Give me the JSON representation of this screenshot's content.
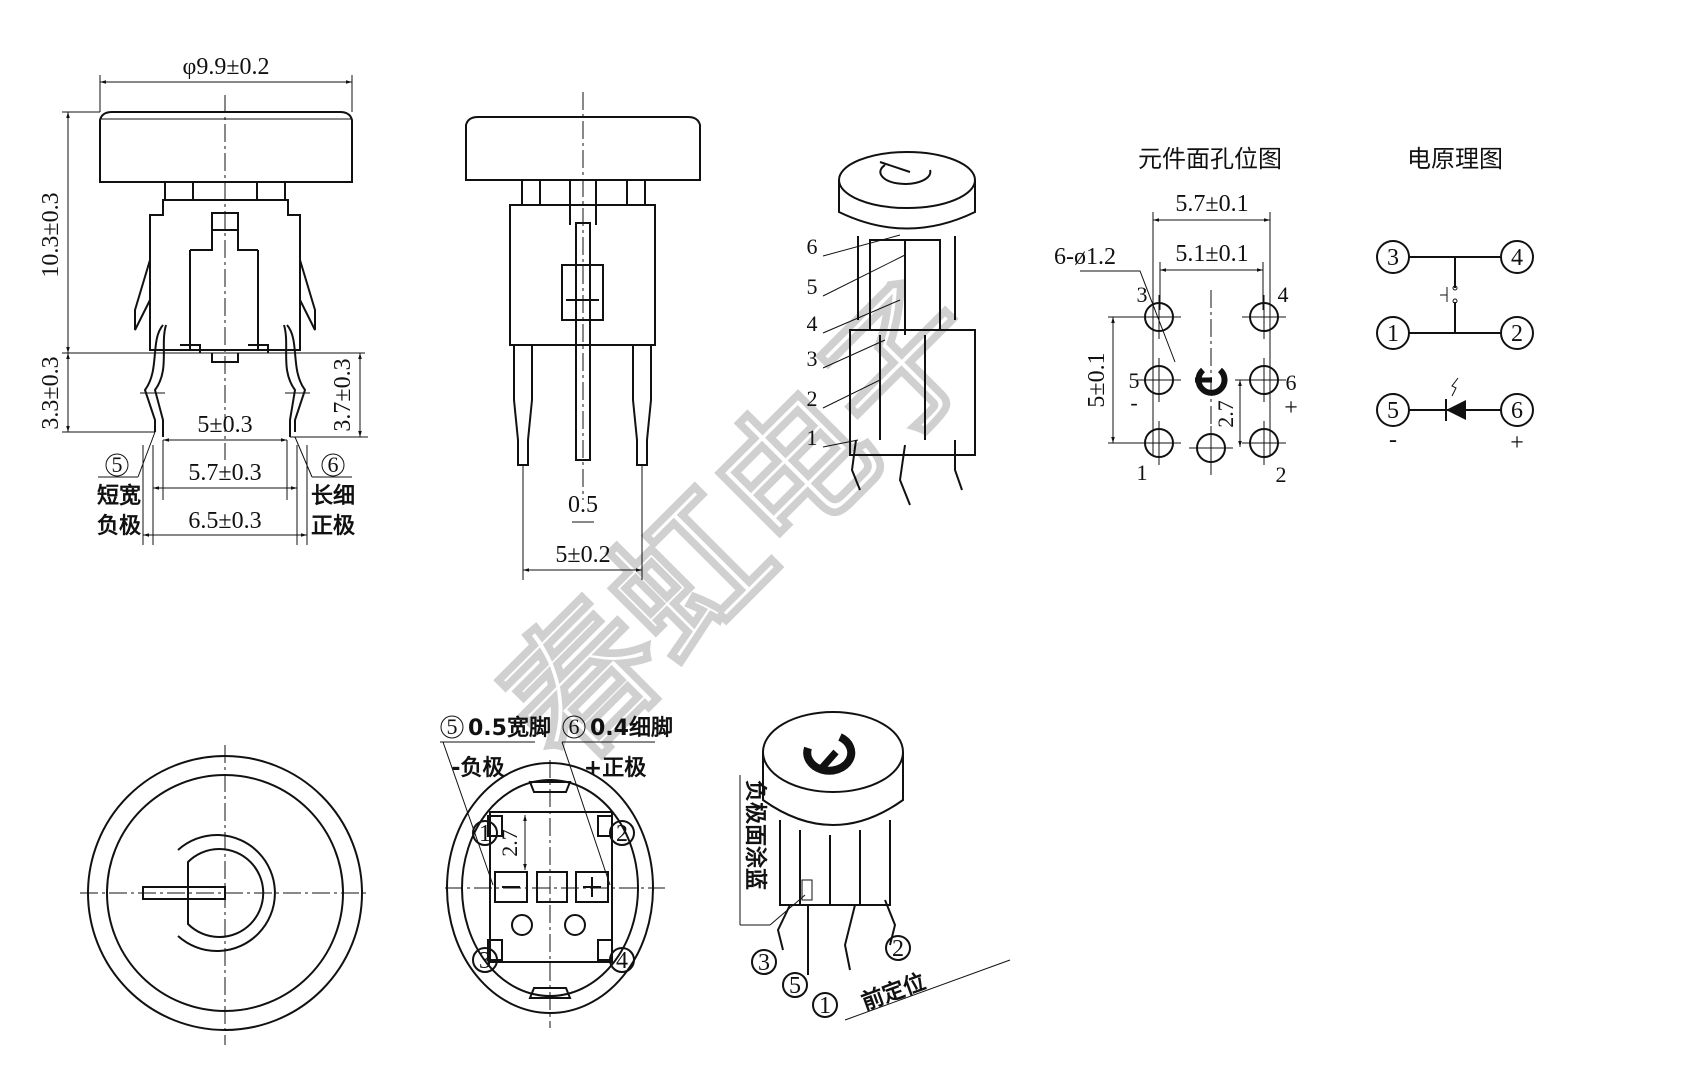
{
  "watermark": "春虹电子",
  "side_view": {
    "cap_diameter": "φ9.9±0.2",
    "total_height": "10.3±0.3",
    "pin_height_left": "3.3±0.3",
    "pin_height_right": "3.7±0.3",
    "pin_inner": "5±0.3",
    "pin_mid": "5.7±0.3",
    "pin_outer": "6.5±0.3",
    "pin5_number": "5",
    "pin5_desc_1": "短宽",
    "pin5_desc_2": "负极",
    "pin6_number": "6",
    "pin6_desc_1": "长细",
    "pin6_desc_2": "正极"
  },
  "front_view": {
    "pin_width": "0.5",
    "pin_spacing": "5±0.2"
  },
  "exploded_view": {
    "parts": [
      "6",
      "5",
      "4",
      "3",
      "2",
      "1"
    ]
  },
  "hole_layout": {
    "title": "元件面孔位图",
    "outer_width": "5.7±0.1",
    "inner_width": "5.1±0.1",
    "hole_spec": "6-ø1.2",
    "row_spacing": "5±0.1",
    "led_offset": "2.7",
    "hole_labels": [
      "3",
      "4",
      "5",
      "6",
      "1",
      "2"
    ],
    "minus": "-",
    "plus": "+"
  },
  "schematic": {
    "title": "电原理图",
    "pins": [
      "3",
      "4",
      "1",
      "2",
      "5",
      "6"
    ],
    "minus": "-",
    "plus": "+"
  },
  "bottom_view": {
    "pin5_label": "0.5宽脚",
    "pin5_number": "5",
    "pin5_polarity": "-负极",
    "pin6_label": "0.4细脚",
    "pin6_number": "6",
    "pin6_polarity": "+正极",
    "corner_pins": [
      "1",
      "2",
      "3",
      "4"
    ],
    "led_offset": "2.7"
  },
  "iso_view": {
    "blue_note": "负极面涂蓝",
    "front_marker": "前定位",
    "pins": [
      "3",
      "5",
      "1",
      "2"
    ]
  }
}
